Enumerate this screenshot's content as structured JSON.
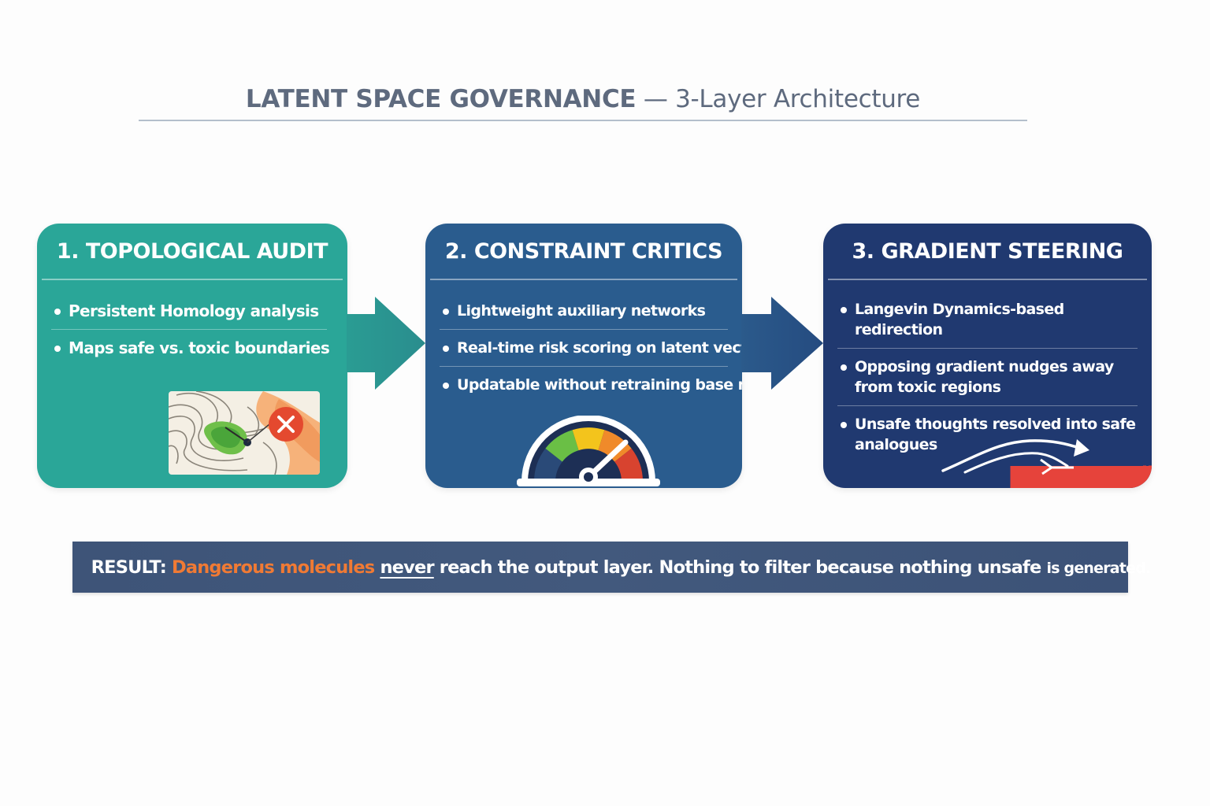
{
  "title": {
    "main": "LATENT SPACE GOVERNANCE",
    "separator": " — ",
    "sub": "3-Layer Architecture"
  },
  "layers": [
    {
      "title": "1. TOPOLOGICAL AUDIT",
      "color": "#2aa698",
      "bullets": [
        "Persistent Homology analysis",
        "Maps safe vs. toxic boundaries"
      ],
      "illustration": "topographic-map-icon"
    },
    {
      "title": "2. CONSTRAINT CRITICS",
      "color": "#2a5c8e",
      "bullets": [
        "Lightweight auxiliary networks",
        "Real-time risk scoring on latent vectors",
        "Updatable without retraining base model"
      ],
      "illustration": "risk-gauge-icon"
    },
    {
      "title": "3. GRADIENT STEERING",
      "color": "#203970",
      "bullets": [
        "Langevin Dynamics-based redirection",
        "Opposing gradient nudges away from toxic regions",
        "Unsafe thoughts resolved into safe analogues"
      ],
      "illustration": "redirect-arrows-icon"
    }
  ],
  "result": {
    "label": "RESULT:",
    "highlight": "Dangerous molecules",
    "emphasis": "never",
    "rest_a": "reach the output layer. Nothing to filter because nothing unsafe",
    "rest_b": "is generated.",
    "highlight_color": "#f07a34"
  }
}
